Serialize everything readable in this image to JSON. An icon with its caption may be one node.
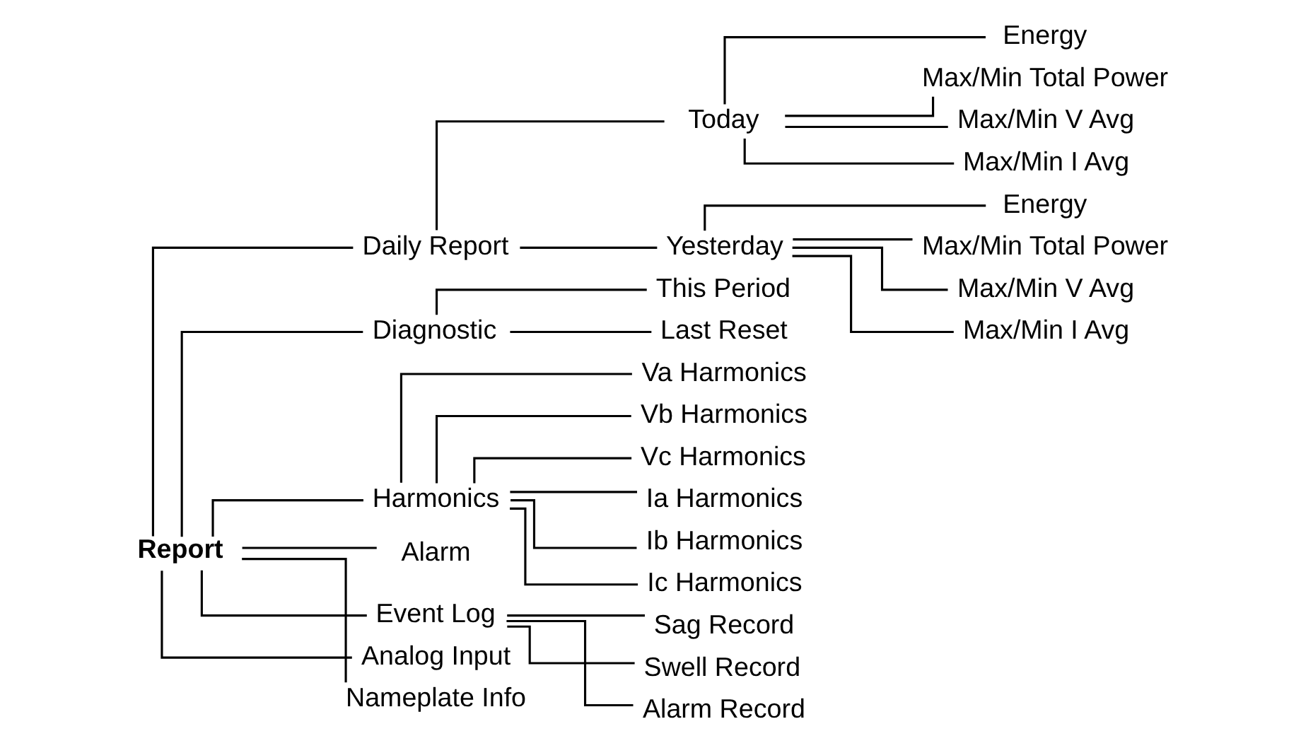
{
  "diagram": {
    "nodes": [
      {
        "text": [
          "Report"
        ]
      },
      {
        "text": [
          "Daily Report"
        ]
      },
      {
        "text": [
          "Today"
        ]
      },
      {
        "text": [
          "Energy"
        ]
      },
      {
        "text": [
          "Max/Min Total Power"
        ]
      },
      {
        "text": [
          "Max/Min V Avg"
        ]
      },
      {
        "text": [
          "Max/Min I Avg"
        ]
      },
      {
        "text": [
          "Yesterday"
        ]
      },
      {
        "text": [
          "Energy"
        ]
      },
      {
        "text": [
          "Max/Min Total Power"
        ]
      },
      {
        "text": [
          "Max/Min V Avg"
        ]
      },
      {
        "text": [
          "Max/Min I Avg"
        ]
      },
      {
        "text": [
          "Diagnostic"
        ]
      },
      {
        "text": [
          "This Period"
        ]
      },
      {
        "text": [
          "Last Reset"
        ]
      },
      {
        "text": [
          "Harmonics"
        ]
      },
      {
        "text": [
          "Va Harmonics"
        ]
      },
      {
        "text": [
          "Vb Harmonics"
        ]
      },
      {
        "text": [
          "Vc Harmonics"
        ]
      },
      {
        "text": [
          "Ia Harmonics"
        ]
      },
      {
        "text": [
          "Ib Harmonics"
        ]
      },
      {
        "text": [
          "Ic Harmonics"
        ]
      },
      {
        "text": [
          "Alarm"
        ]
      },
      {
        "text": [
          "Event Log"
        ]
      },
      {
        "text": [
          "Sag Record"
        ]
      },
      {
        "text": [
          "Swell Record"
        ]
      },
      {
        "text": [
          "Alarm Record"
        ]
      },
      {
        "text": [
          "Analog Input"
        ]
      },
      {
        "text": [
          "Nameplate Info"
        ]
      }
    ],
    "edges": [
      {
        "from": 0,
        "to": 1,
        "arrow": "none"
      },
      {
        "from": 1,
        "to": 2,
        "arrow": "none"
      },
      {
        "from": 2,
        "to": 3,
        "arrow": "none"
      },
      {
        "from": 2,
        "to": 4,
        "arrow": "none"
      },
      {
        "from": 2,
        "to": 5,
        "arrow": "none"
      },
      {
        "from": 2,
        "to": 6,
        "arrow": "none"
      },
      {
        "from": 1,
        "to": 7,
        "arrow": "none"
      },
      {
        "from": 7,
        "to": 8,
        "arrow": "none"
      },
      {
        "from": 7,
        "to": 9,
        "arrow": "none"
      },
      {
        "from": 7,
        "to": 10,
        "arrow": "none"
      },
      {
        "from": 7,
        "to": 11,
        "arrow": "none"
      },
      {
        "from": 0,
        "to": 12,
        "arrow": "none"
      },
      {
        "from": 12,
        "to": 13,
        "arrow": "none"
      },
      {
        "from": 12,
        "to": 14,
        "arrow": "none"
      },
      {
        "from": 0,
        "to": 15,
        "arrow": "none"
      },
      {
        "from": 15,
        "to": 16,
        "arrow": "none"
      },
      {
        "from": 15,
        "to": 17,
        "arrow": "none"
      },
      {
        "from": 15,
        "to": 18,
        "arrow": "none"
      },
      {
        "from": 15,
        "to": 19,
        "arrow": "none"
      },
      {
        "from": 15,
        "to": 20,
        "arrow": "none"
      },
      {
        "from": 15,
        "to": 21,
        "arrow": "none"
      },
      {
        "from": 0,
        "to": 22,
        "arrow": "none"
      },
      {
        "from": 0,
        "to": 23,
        "arrow": "none"
      },
      {
        "from": 23,
        "to": 24,
        "arrow": "none"
      },
      {
        "from": 23,
        "to": 25,
        "arrow": "none"
      },
      {
        "from": 23,
        "to": 26,
        "arrow": "none"
      },
      {
        "from": 0,
        "to": 27,
        "arrow": "none"
      },
      {
        "from": 0,
        "to": 28,
        "arrow": "none"
      }
    ]
  }
}
